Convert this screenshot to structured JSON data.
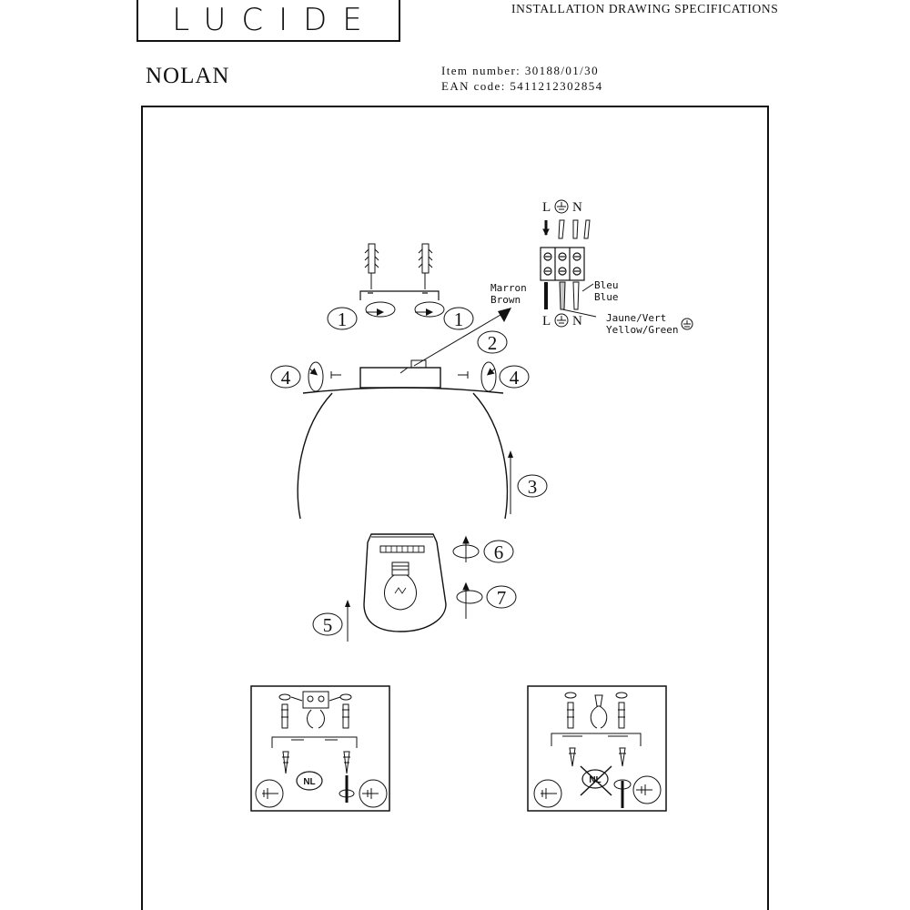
{
  "header": {
    "brand": "LUCIDE",
    "spec_title": "INSTALLATION DRAWING SPECIFICATIONS",
    "product_name": "NOLAN",
    "item_number": "Item number: 30188/01/30",
    "ean_code": "EAN code: 5411212302854"
  },
  "wiring": {
    "top_l": "L",
    "top_n": "N",
    "bottom_l": "L",
    "bottom_n": "N",
    "brown_fr": "Marron",
    "brown_en": "Brown",
    "blue_fr": "Bleu",
    "blue_en": "Blue",
    "earth_fr": "Jaune/Vert",
    "earth_en": "Yellow/Green",
    "brown_color": "#111111",
    "earth_color": "#c8c8c8"
  },
  "steps": {
    "s1a": "1",
    "s1b": "1",
    "s2": "2",
    "s3": "3",
    "s4a": "4",
    "s4b": "4",
    "s5": "5",
    "s6": "6",
    "s7": "7"
  },
  "details": {
    "left_badge": "NL",
    "right_badge": "NL"
  }
}
